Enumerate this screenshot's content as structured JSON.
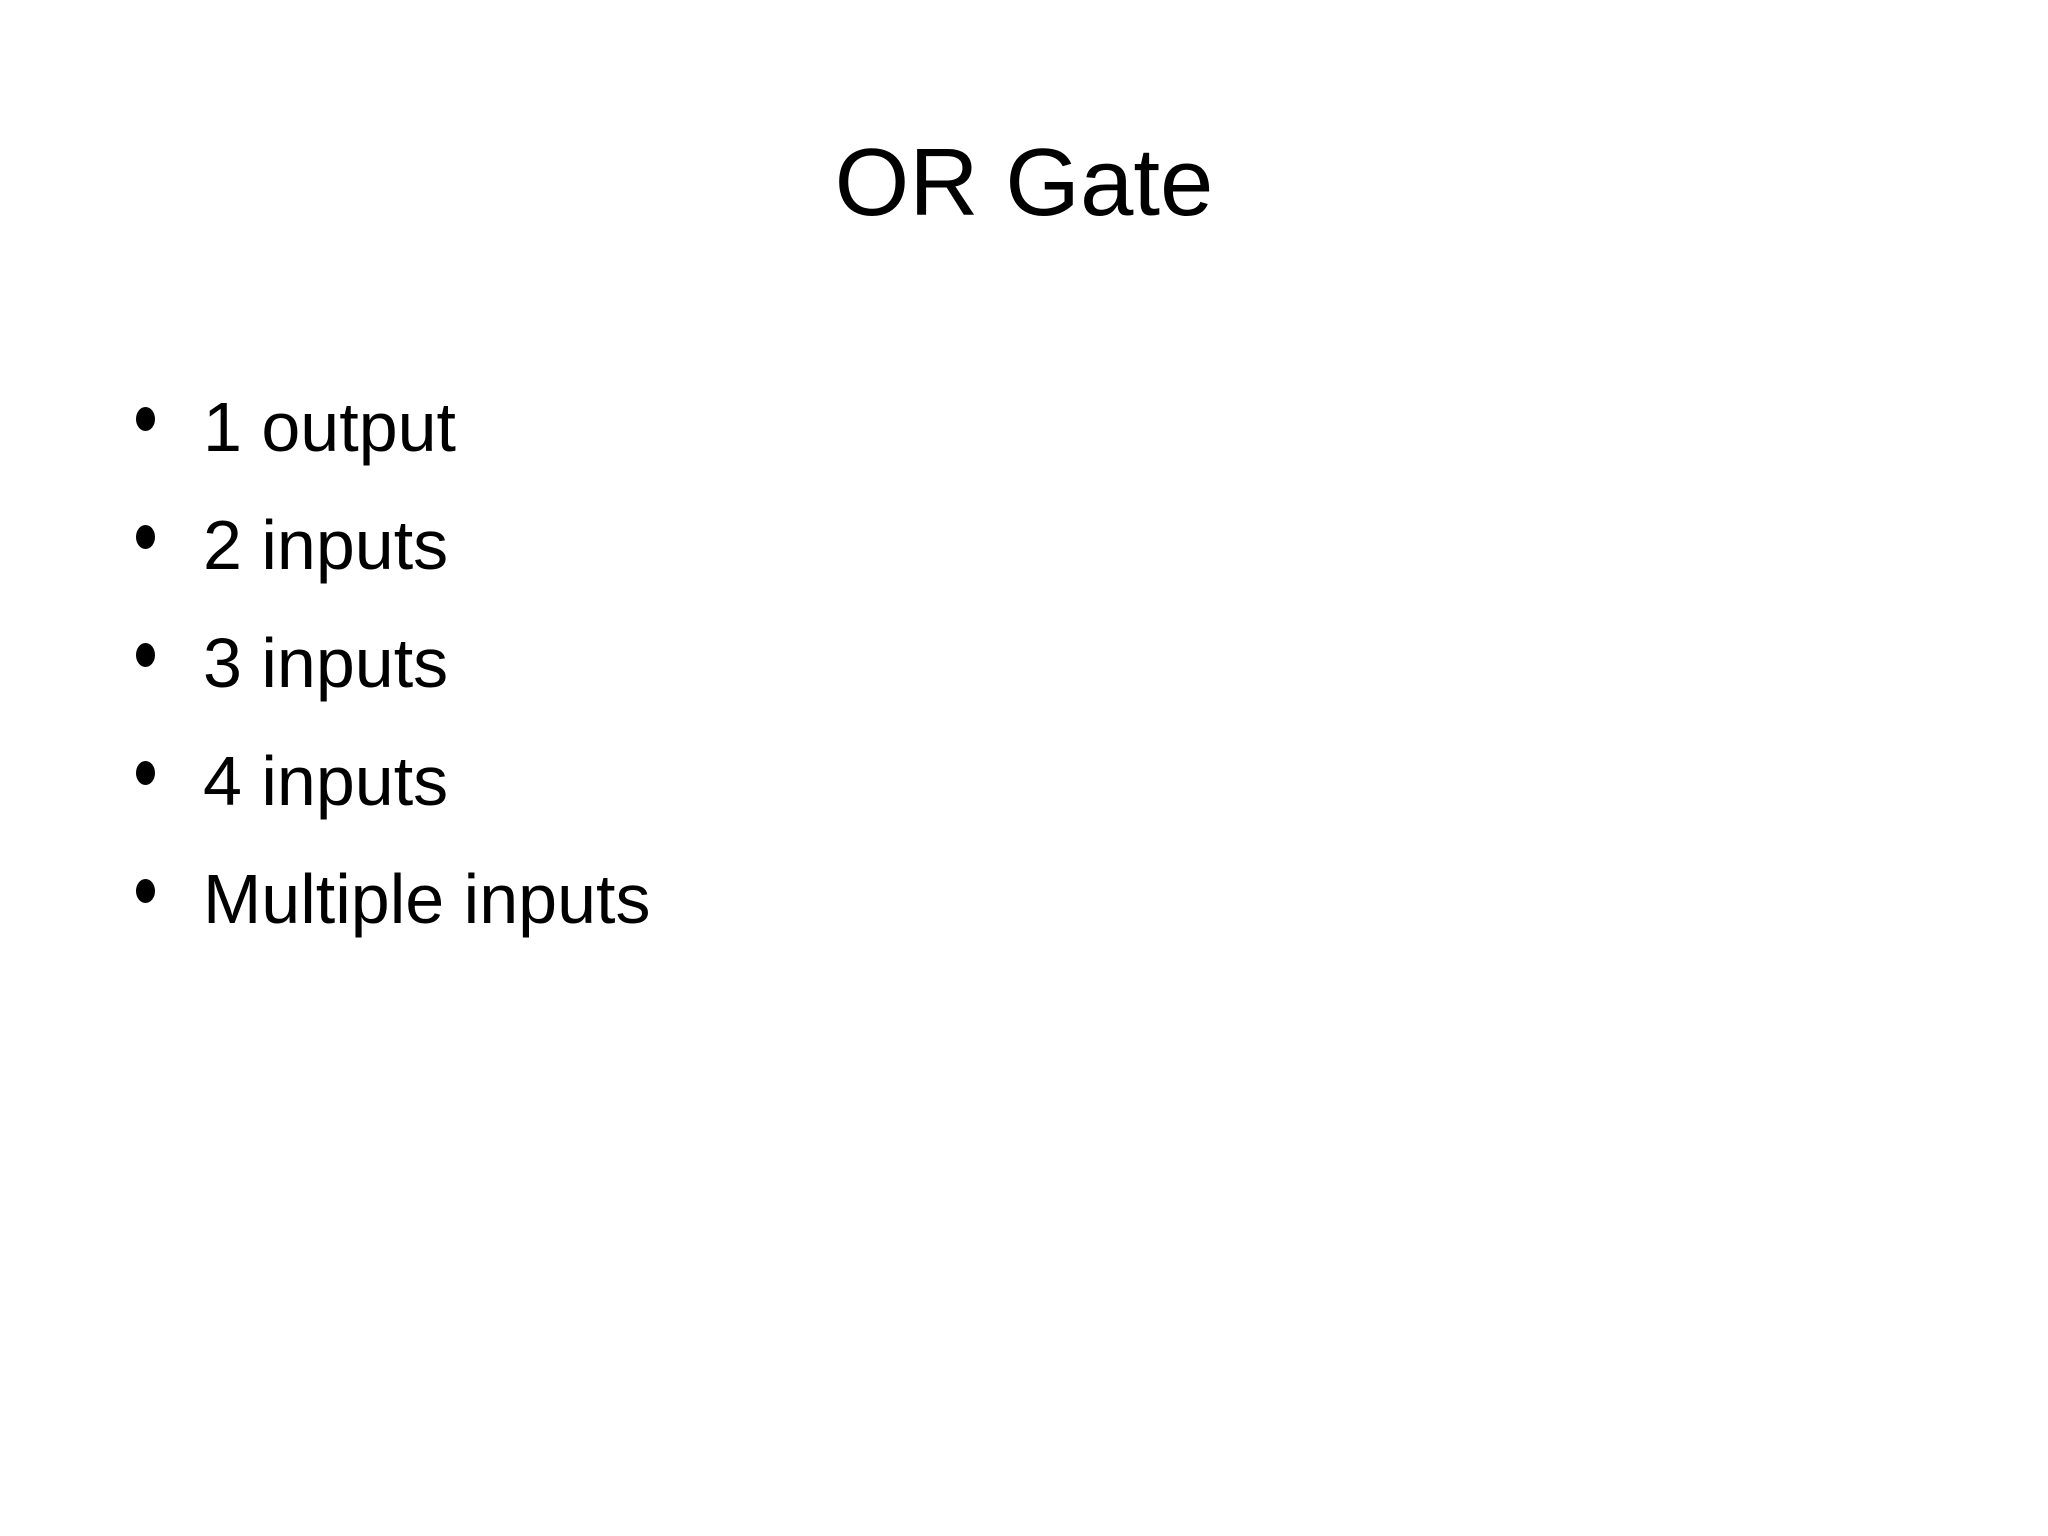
{
  "slide": {
    "title": "OR Gate",
    "bullet_glyph": "•",
    "bullets": [
      "1 output",
      "2 inputs",
      "3 inputs",
      "4 inputs",
      "Multiple inputs"
    ],
    "colors": {
      "background": "#ffffff",
      "text": "#000000"
    }
  }
}
